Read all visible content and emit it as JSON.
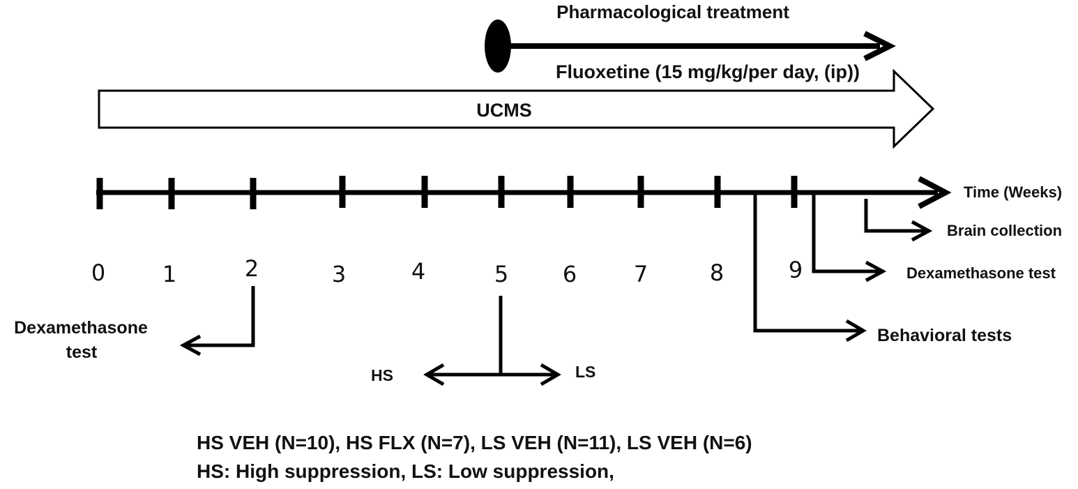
{
  "treatment": {
    "title": "Pharmacological treatment",
    "drug": "Fluoxetine (15 mg/kg/per day, (ip))"
  },
  "ucms_label": "UCMS",
  "timeline": {
    "axis_label": "Time (Weeks)",
    "weeks": [
      "0",
      "1",
      "2",
      "3",
      "4",
      "5",
      "6",
      "7",
      "8",
      "9"
    ]
  },
  "events": {
    "brain": "Brain collection",
    "dex_week9": "Dexamethasone test",
    "behavioral": "Behavioral tests",
    "dex_week2_line1": "Dexamethasone",
    "dex_week2_line2": "test",
    "hs": "HS",
    "ls": "LS"
  },
  "footnote": {
    "groups": "HS VEH (N=10), HS FLX (N=7), LS VEH (N=11), LS VEH  (N=6)",
    "legend": "HS: High suppression, LS: Low suppression,"
  }
}
